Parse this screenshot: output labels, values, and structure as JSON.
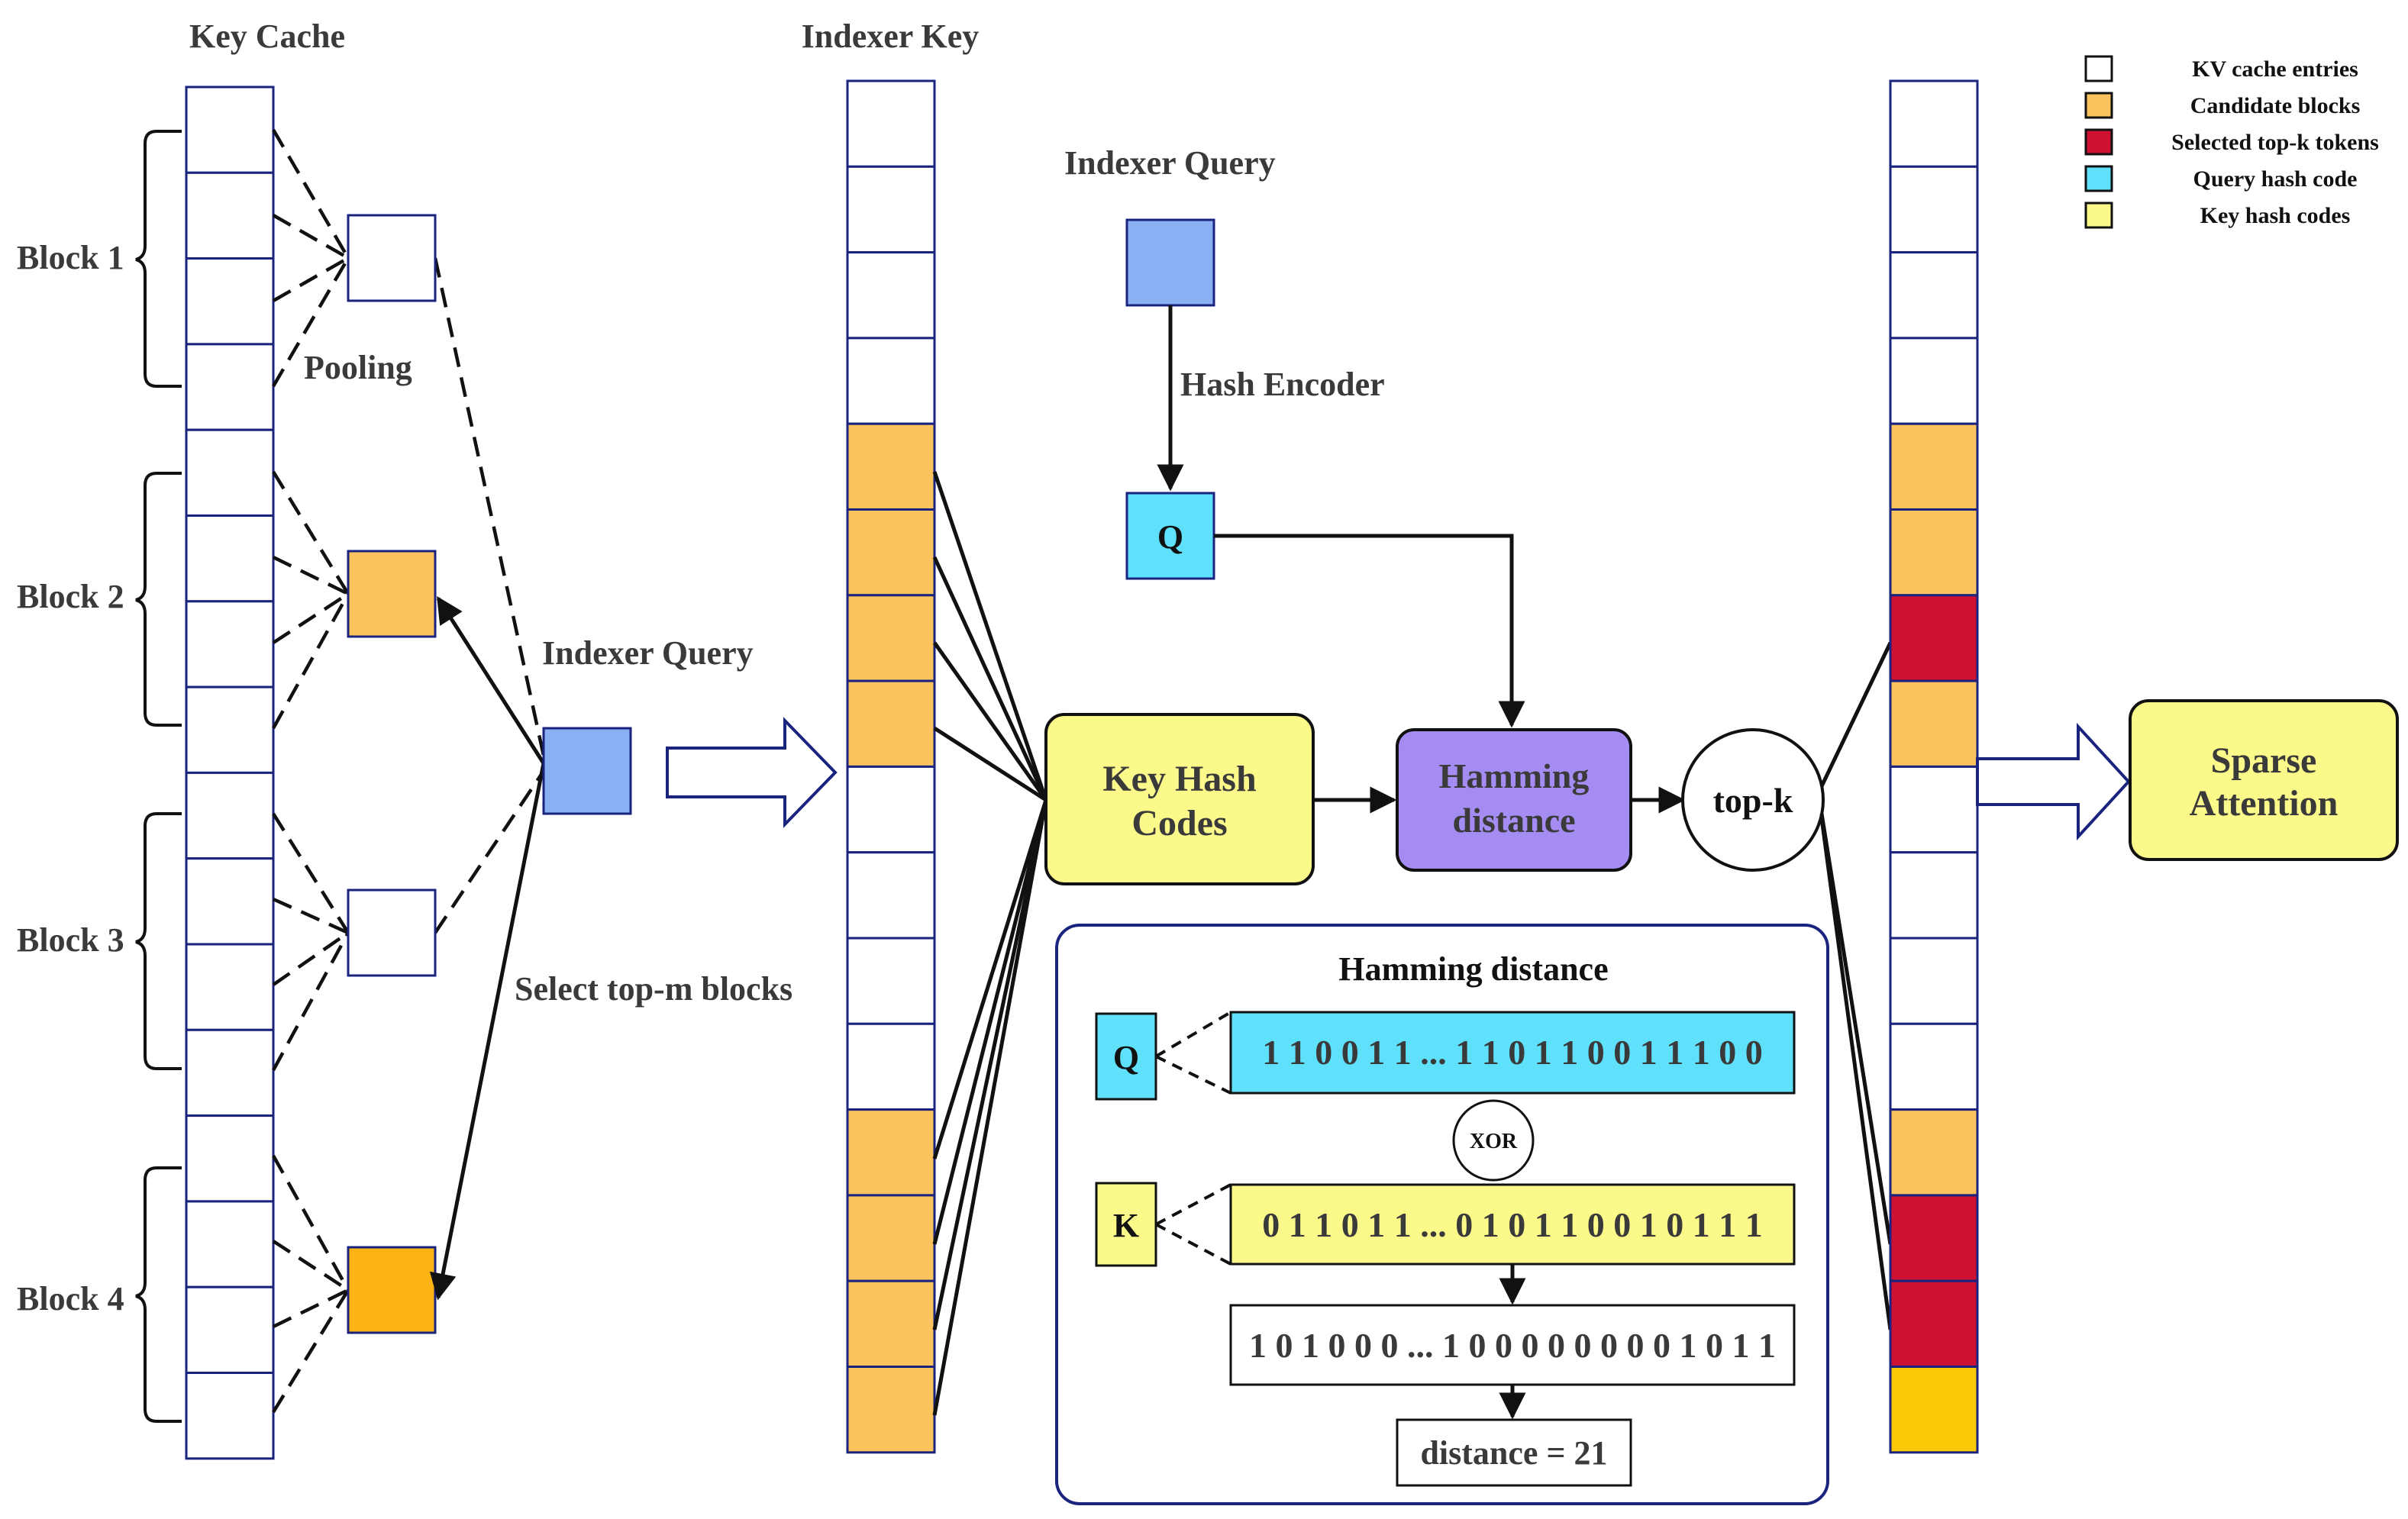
{
  "colors": {
    "cell_border": "#1a237e",
    "candidate": "#fdc35f",
    "candidate_strong": "#fbb414",
    "selected": "#cc1133",
    "query_hash": "#5fe1fc",
    "key_hash": "#fbf98a",
    "indexer_query": "#8aaff3",
    "hamming_box": "#a48cf3",
    "last_gold": "#fbc908",
    "white": "#ffffff"
  },
  "key_cache": {
    "title": "Key Cache",
    "blocks": [
      "Block 1",
      "Block 2",
      "Block 3",
      "Block 4"
    ],
    "pooling_label": "Pooling",
    "pooled_fill": [
      "white",
      "candidate",
      "white",
      "candidate_strong"
    ]
  },
  "selection": {
    "indexer_query_label": "Indexer Query",
    "select_label": "Select top-m blocks"
  },
  "indexer_key": {
    "title": "Indexer Key",
    "cells": [
      "white",
      "white",
      "white",
      "white",
      "candidate",
      "candidate",
      "candidate",
      "candidate",
      "white",
      "white",
      "white",
      "white",
      "candidate",
      "candidate",
      "candidate",
      "candidate"
    ]
  },
  "query_path": {
    "indexer_query_label": "Indexer Query",
    "hash_encoder_label": "Hash Encoder",
    "q_label": "Q"
  },
  "key_hash_codes": {
    "label_line1": "Key Hash",
    "label_line2": "Codes"
  },
  "hamming_node": {
    "label_line1": "Hamming",
    "label_line2": "distance"
  },
  "topk": {
    "label": "top-k"
  },
  "output_column": {
    "cells": [
      "white",
      "white",
      "white",
      "white",
      "candidate",
      "candidate",
      "selected",
      "candidate",
      "white",
      "white",
      "white",
      "white",
      "candidate",
      "selected",
      "selected",
      "last_gold"
    ]
  },
  "sparse_attention": {
    "label_line1": "Sparse",
    "label_line2": "Attention"
  },
  "hamming_detail": {
    "title": "Hamming distance",
    "q_tag": "Q",
    "k_tag": "K",
    "q_bits": "1 1 0 0 1 1 ... 1 1 0 1 1 0 0 1 1 1 0 0",
    "k_bits": "0 1 1 0 1 1 ... 0 1 0 1 1 0 0 1 0 1 1 1",
    "xor_label": "XOR",
    "xor_bits": "1 0 1 0 0 0 ... 1 0 0 0 0 0 0 0 0 1 0 1 1",
    "distance_label": "distance = 21"
  },
  "legend": [
    {
      "label": "KV cache entries",
      "color": "#ffffff"
    },
    {
      "label": "Candidate blocks",
      "color": "#fdc35f"
    },
    {
      "label": "Selected top-k tokens",
      "color": "#cc1133"
    },
    {
      "label": "Query hash code",
      "color": "#5fe1fc"
    },
    {
      "label": "Key hash codes",
      "color": "#fbf98a"
    }
  ]
}
